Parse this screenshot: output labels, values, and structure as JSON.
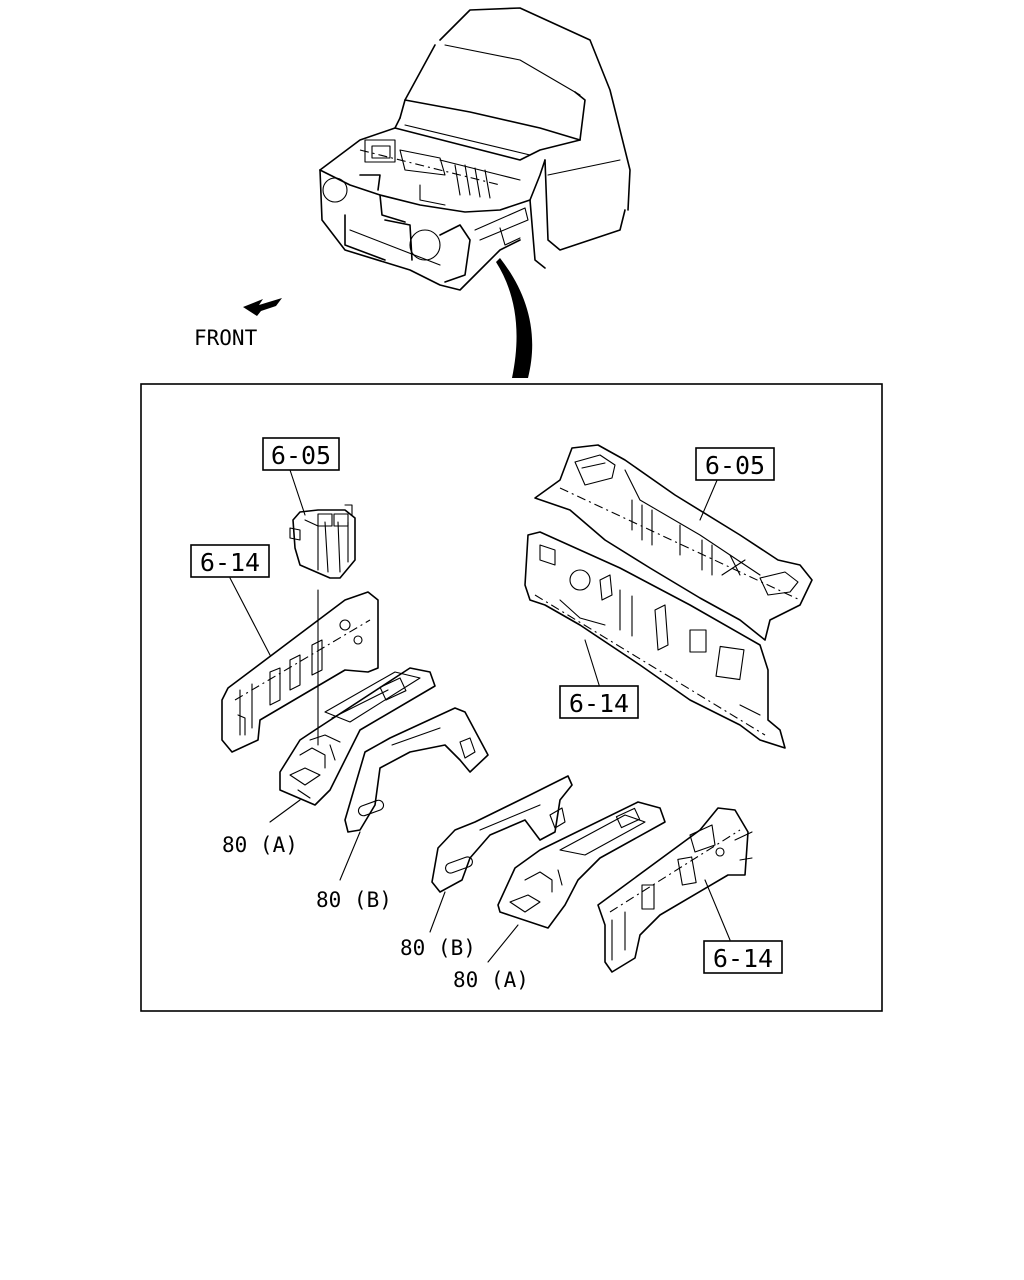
{
  "direction": {
    "label": "FRONT",
    "icon": "front-arrow-icon"
  },
  "callouts": {
    "top_left_605": "6-05",
    "top_right_605": "6-05",
    "left_614": "6-14",
    "mid_614": "6-14",
    "bottom_right_614": "6-14"
  },
  "labels": {
    "left_80a": "80 (A)",
    "left_80b": "80 (B)",
    "mid_80b": "80 (B)",
    "mid_80a": "80 (A)"
  }
}
